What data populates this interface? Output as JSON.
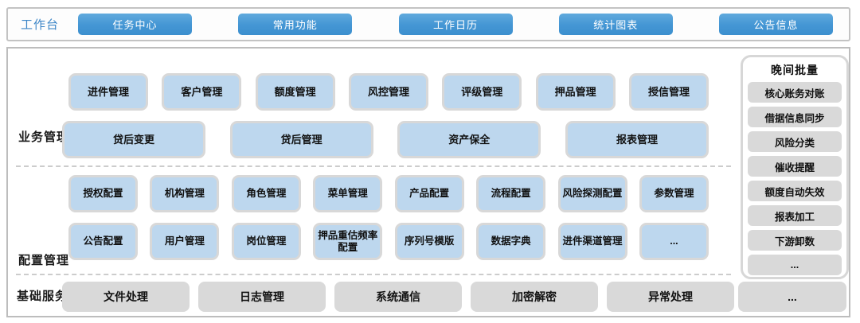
{
  "colors": {
    "accent_blue": "#4496d4",
    "accent_blue_light": "#60aadd",
    "workbench_label_blue": "#3e87c8",
    "tile_blue": "#bdd7ee",
    "tile_border_gray": "#d8d8d8",
    "gray_box": "#d9d9d9",
    "panel_border": "#bdbdbd",
    "text_dark": "#111111"
  },
  "topbar": {
    "label": "工作台",
    "buttons": [
      "任务中心",
      "常用功能",
      "工作日历",
      "统计图表",
      "公告信息"
    ]
  },
  "sections": {
    "business": {
      "label": "业务管理",
      "row1": [
        "进件管理",
        "客户管理",
        "额度管理",
        "风控管理",
        "评级管理",
        "押品管理",
        "授信管理"
      ],
      "row2": [
        "贷后变更",
        "贷后管理",
        "资产保全",
        "报表管理"
      ]
    },
    "config": {
      "label": "配置管理",
      "row1": [
        "授权配置",
        "机构管理",
        "角色管理",
        "菜单管理",
        "产品配置",
        "流程配置",
        "风险探测配置",
        "参数管理"
      ],
      "row2": [
        "公告配置",
        "用户管理",
        "岗位管理",
        "押品重估频率配置",
        "序列号模版",
        "数据字典",
        "进件渠道管理",
        "..."
      ]
    },
    "base": {
      "label": "基础服务",
      "items": [
        "文件处理",
        "日志管理",
        "系统通信",
        "加密解密",
        "异常处理"
      ],
      "more": "..."
    }
  },
  "sidebar": {
    "title": "晚间批量",
    "items": [
      "核心账务对账",
      "借据信息同步",
      "风险分类",
      "催收提醒",
      "额度自动失效",
      "报表加工",
      "下游卸数",
      "..."
    ]
  }
}
